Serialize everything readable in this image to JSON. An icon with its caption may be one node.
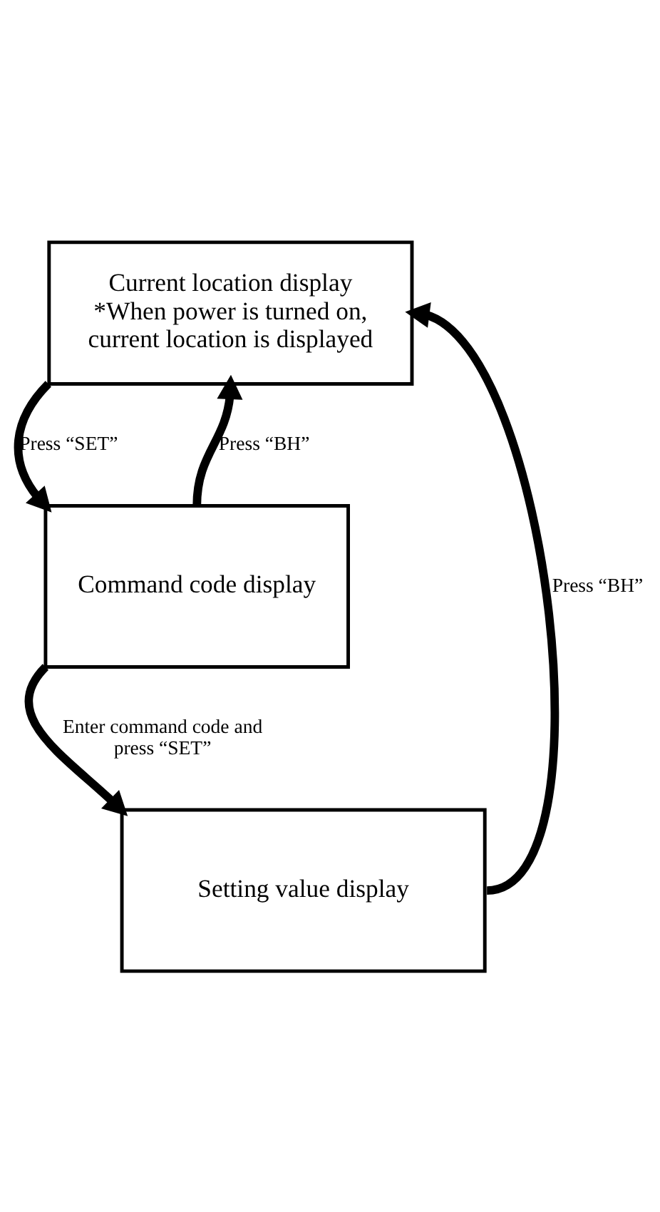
{
  "diagram": {
    "nodes": [
      {
        "text": [
          "Current location display",
          "*When power is turned on, current location is displayed"
        ]
      },
      {
        "text": [
          "Command code display"
        ]
      },
      {
        "text": [
          "Setting value display"
        ]
      }
    ],
    "edges": [
      {
        "from": 0,
        "to": 1,
        "arrow": "to",
        "label": "Press “SET”"
      },
      {
        "from": 1,
        "to": 0,
        "arrow": "to",
        "label": "Press “BH”"
      },
      {
        "from": 1,
        "to": 2,
        "arrow": "to",
        "label": "Enter command code and press “SET”"
      },
      {
        "from": 2,
        "to": 0,
        "arrow": "to",
        "label": "Press “BH”"
      }
    ]
  }
}
